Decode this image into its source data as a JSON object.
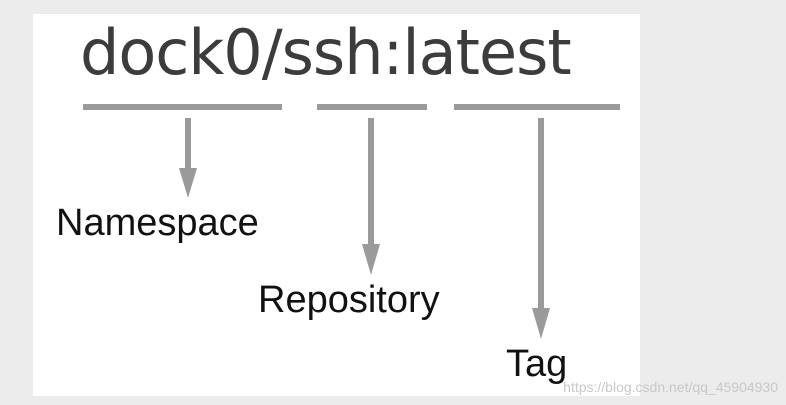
{
  "image_name": {
    "namespace": "dock0",
    "separator_slash": "/",
    "repository": "ssh",
    "separator_colon": ":",
    "tag": "latest"
  },
  "labels": {
    "namespace": "Namespace",
    "repository": "Repository",
    "tag": "Tag"
  },
  "colors": {
    "background": "#ececec",
    "panel": "#ffffff",
    "arrow": "#9a9a9a",
    "image_text": "#3c3c3c",
    "label_text": "#111111"
  },
  "watermark": "https://blog.csdn.net/qq_45904930"
}
